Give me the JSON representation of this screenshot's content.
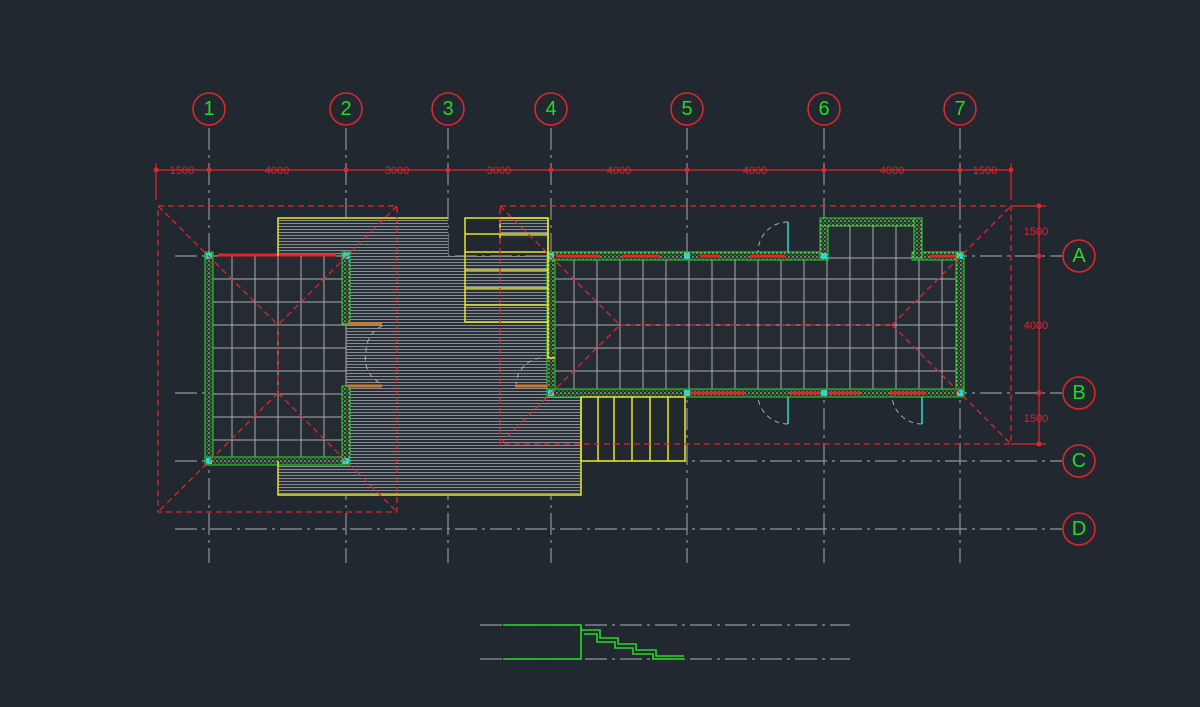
{
  "drawing": {
    "background": "#212830",
    "colors": {
      "axis": "#8e949b",
      "red": "#e0252b",
      "yellow": "#e6e62a",
      "green": "#25d925",
      "cyan": "#30d4d4",
      "grey": "#a9adb2",
      "orange": "#c87a2e",
      "bubble_text": "#25d925"
    },
    "grid_columns": [
      "1",
      "2",
      "3",
      "4",
      "5",
      "6",
      "7"
    ],
    "grid_rows": [
      "A",
      "B",
      "C",
      "D"
    ],
    "top_dimensions": [
      "1500",
      "4000",
      "3000",
      "3000",
      "4000",
      "4000",
      "4000",
      "1500"
    ],
    "right_dimensions": [
      "1500",
      "4000",
      "1500"
    ]
  }
}
